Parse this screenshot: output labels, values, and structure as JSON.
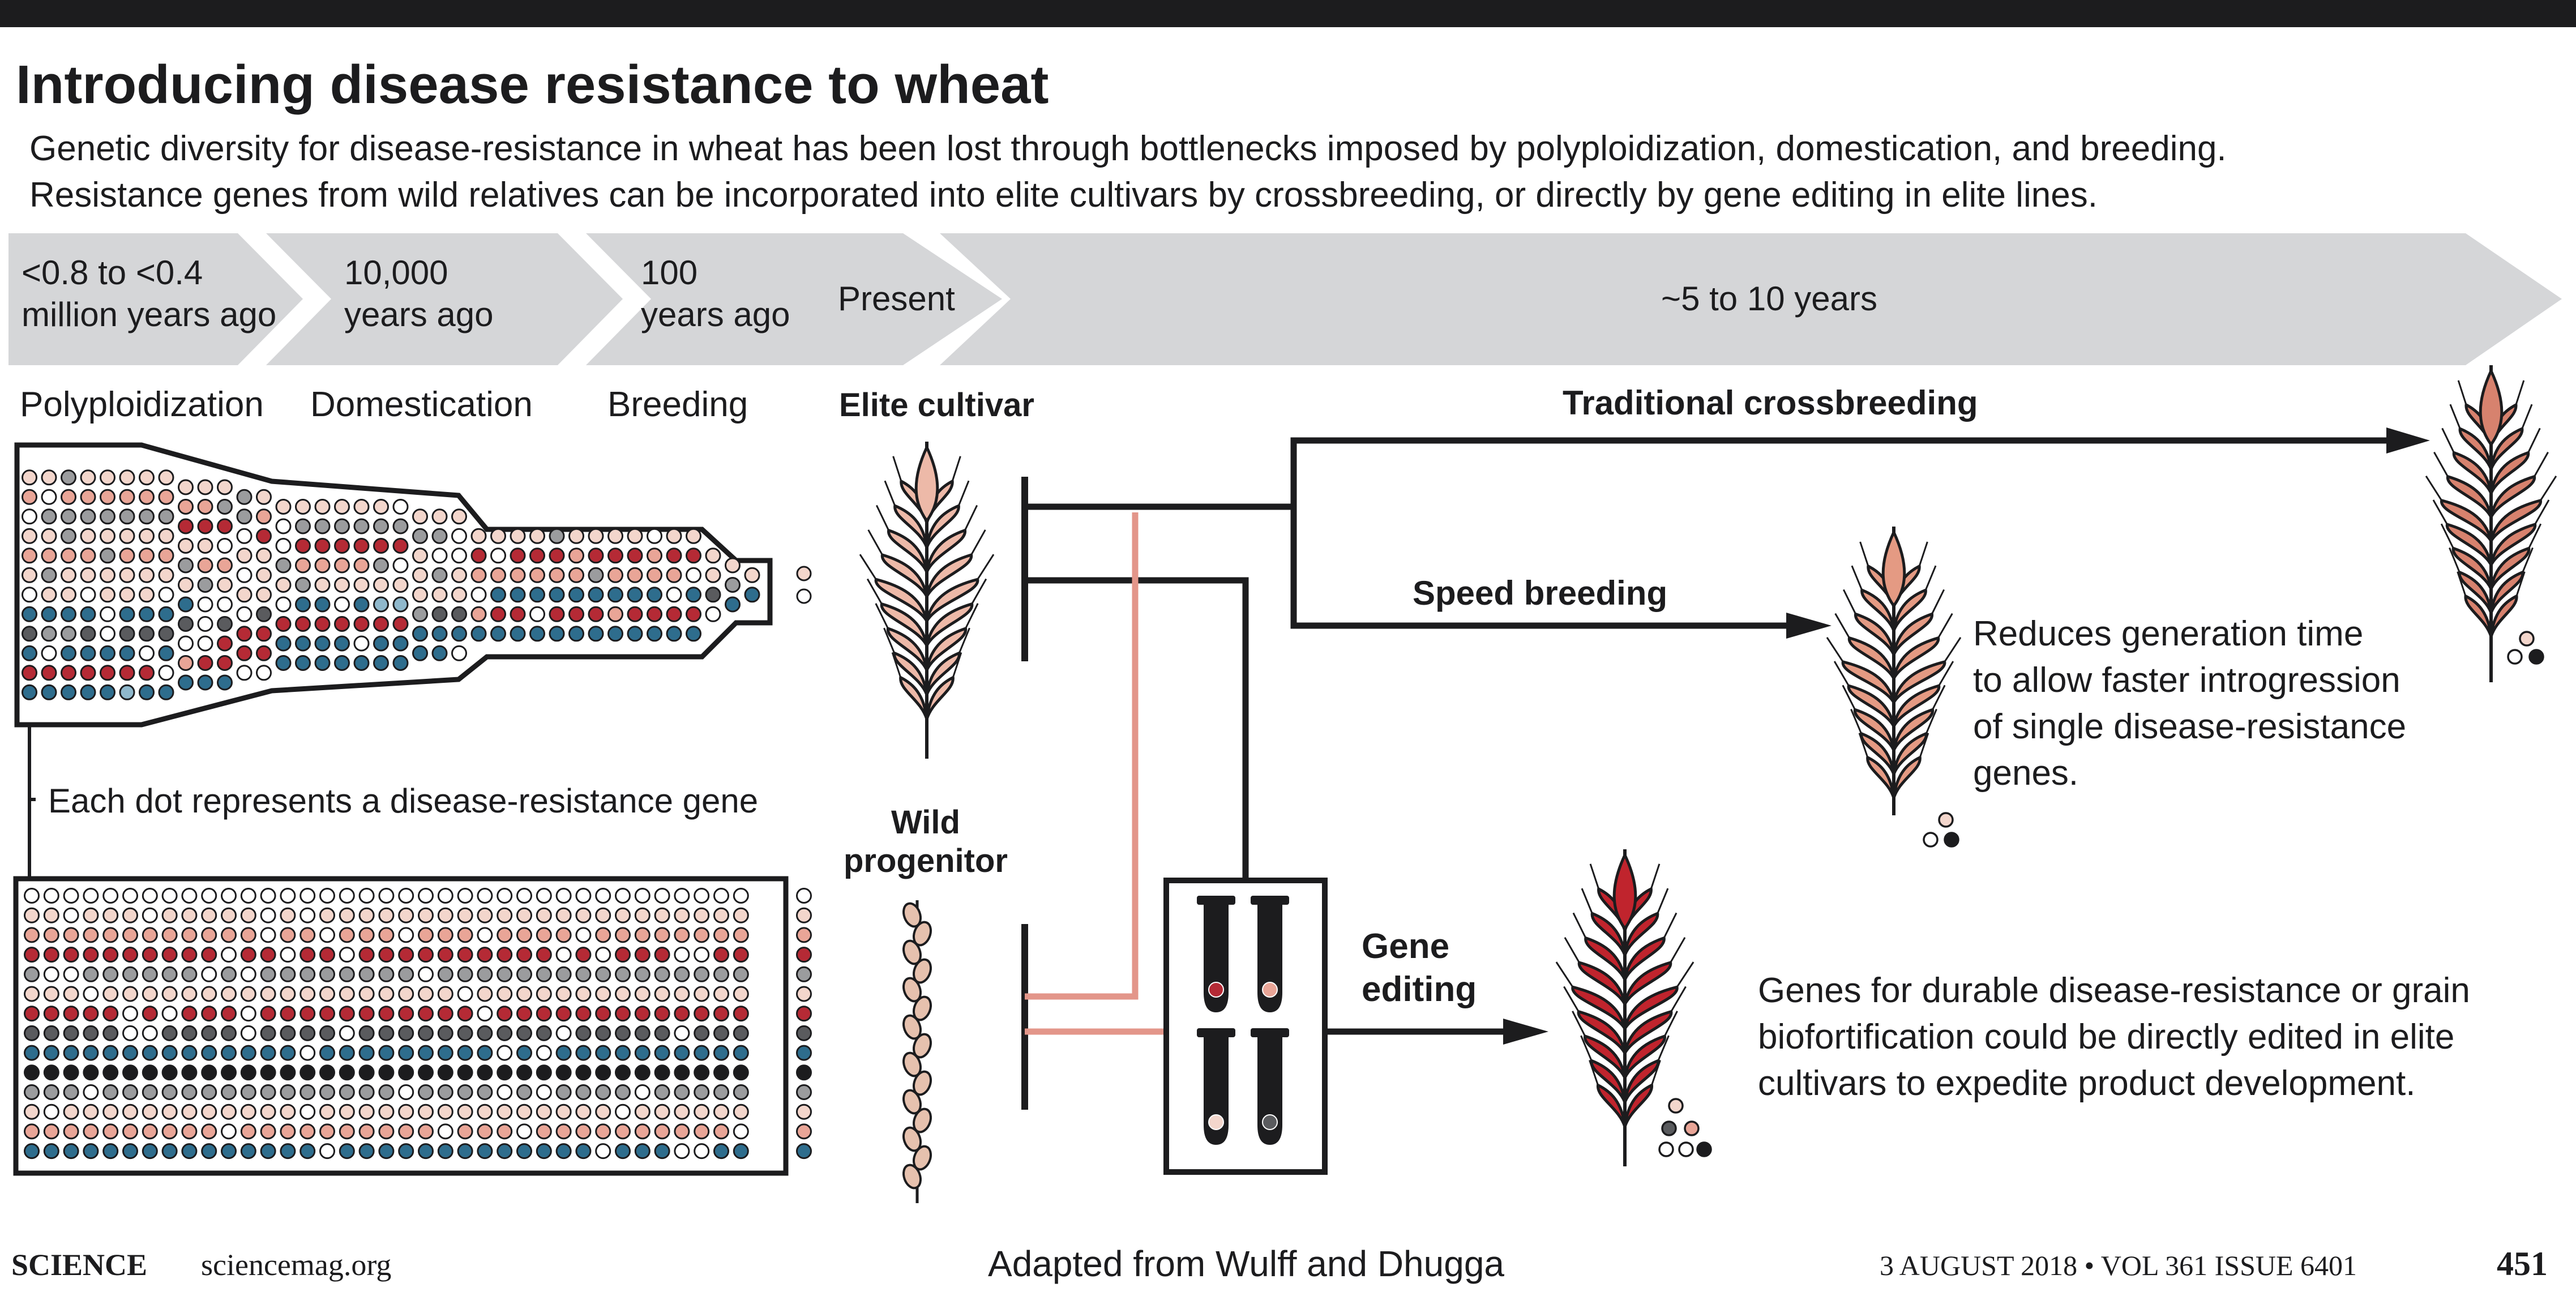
{
  "title": "Introducing disease resistance to wheat",
  "intro": [
    "Genetic diversity for disease-resistance in wheat has been lost through bottlenecks imposed by polyploidization, domestication, and breeding.",
    "Resistance genes from wild relatives can be incorporated into elite cultivars by crossbreeding, or directly by gene editing in elite lines."
  ],
  "timeline": [
    [
      "<0.8 to <0.4",
      "million years ago"
    ],
    [
      "10,000",
      "years ago"
    ],
    [
      "100",
      "years ago"
    ],
    [
      "Present"
    ],
    [
      "~5 to 10 years"
    ]
  ],
  "stages": [
    "Polyploidization",
    "Domestication",
    "Breeding"
  ],
  "elite_cultivar_label": "Elite cultivar",
  "wild_progenitor_label": [
    "Wild",
    "progenitor"
  ],
  "dot_legend": "Each dot represents a disease-resistance gene",
  "routes": {
    "traditional": "Traditional crossbreeding",
    "speed": "Speed breeding",
    "gene_editing": [
      "Gene",
      "editing"
    ]
  },
  "speed_note": [
    "Reduces generation time",
    "to allow faster introgression",
    "of single disease-resistance",
    "genes."
  ],
  "editing_note": [
    "Genes for durable disease-resistance or grain",
    "biofortification could be directly edited in elite",
    "cultivars to expedite product development."
  ],
  "footer": {
    "journal": "SCIENCE",
    "site": "sciencemag.org",
    "credit": "Adapted from Wulff and Dhugga",
    "issue": "3 AUGUST 2018 • VOL 361 ISSUE 6401",
    "page": "451"
  },
  "colors": {
    "ink": "#1c1c1e",
    "arrow_band": "#d5d6d8",
    "red": "#b52a35",
    "pink": "#e9a597",
    "light_pink": "#f3d6cc",
    "blue": "#2e6d8d",
    "light_blue": "#8fb8cc",
    "gray": "#9b9c9e",
    "dark_gray": "#5a5b5e",
    "salmon_line": "#e3968a",
    "ear_elite": "#edb9a8",
    "ear_speed": "#e49a83",
    "ear_traditional": "#d7826e",
    "ear_edited": "#c0242d",
    "ear_wild": "#e6c1ae"
  }
}
